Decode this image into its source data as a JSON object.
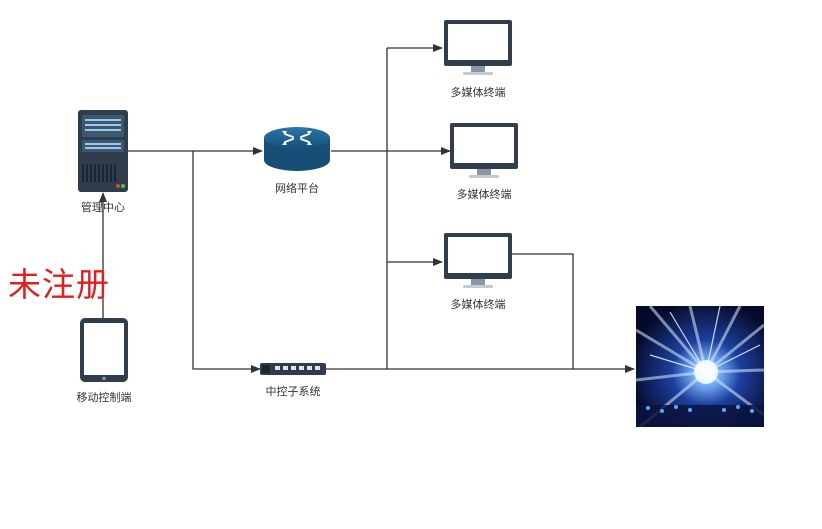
{
  "watermark": "未注册",
  "nodes": {
    "management_center": {
      "label": "管理中心",
      "icon": "server-icon"
    },
    "mobile_control": {
      "label": "移动控制端",
      "icon": "tablet-icon"
    },
    "network_platform": {
      "label": "网络平台",
      "icon": "router-icon"
    },
    "central_control": {
      "label": "中控子系统",
      "icon": "switch-icon"
    },
    "terminal_1": {
      "label": "多媒体终端",
      "icon": "monitor-icon"
    },
    "terminal_2": {
      "label": "多媒体终端",
      "icon": "monitor-icon"
    },
    "terminal_3": {
      "label": "多媒体终端",
      "icon": "monitor-icon"
    },
    "stage_display": {
      "icon": "stage-lights-image"
    }
  },
  "colors": {
    "line": "#333333",
    "server_dark": "#2f3d4c",
    "router_blue": "#1f5f8b",
    "watermark": "#e02020"
  }
}
